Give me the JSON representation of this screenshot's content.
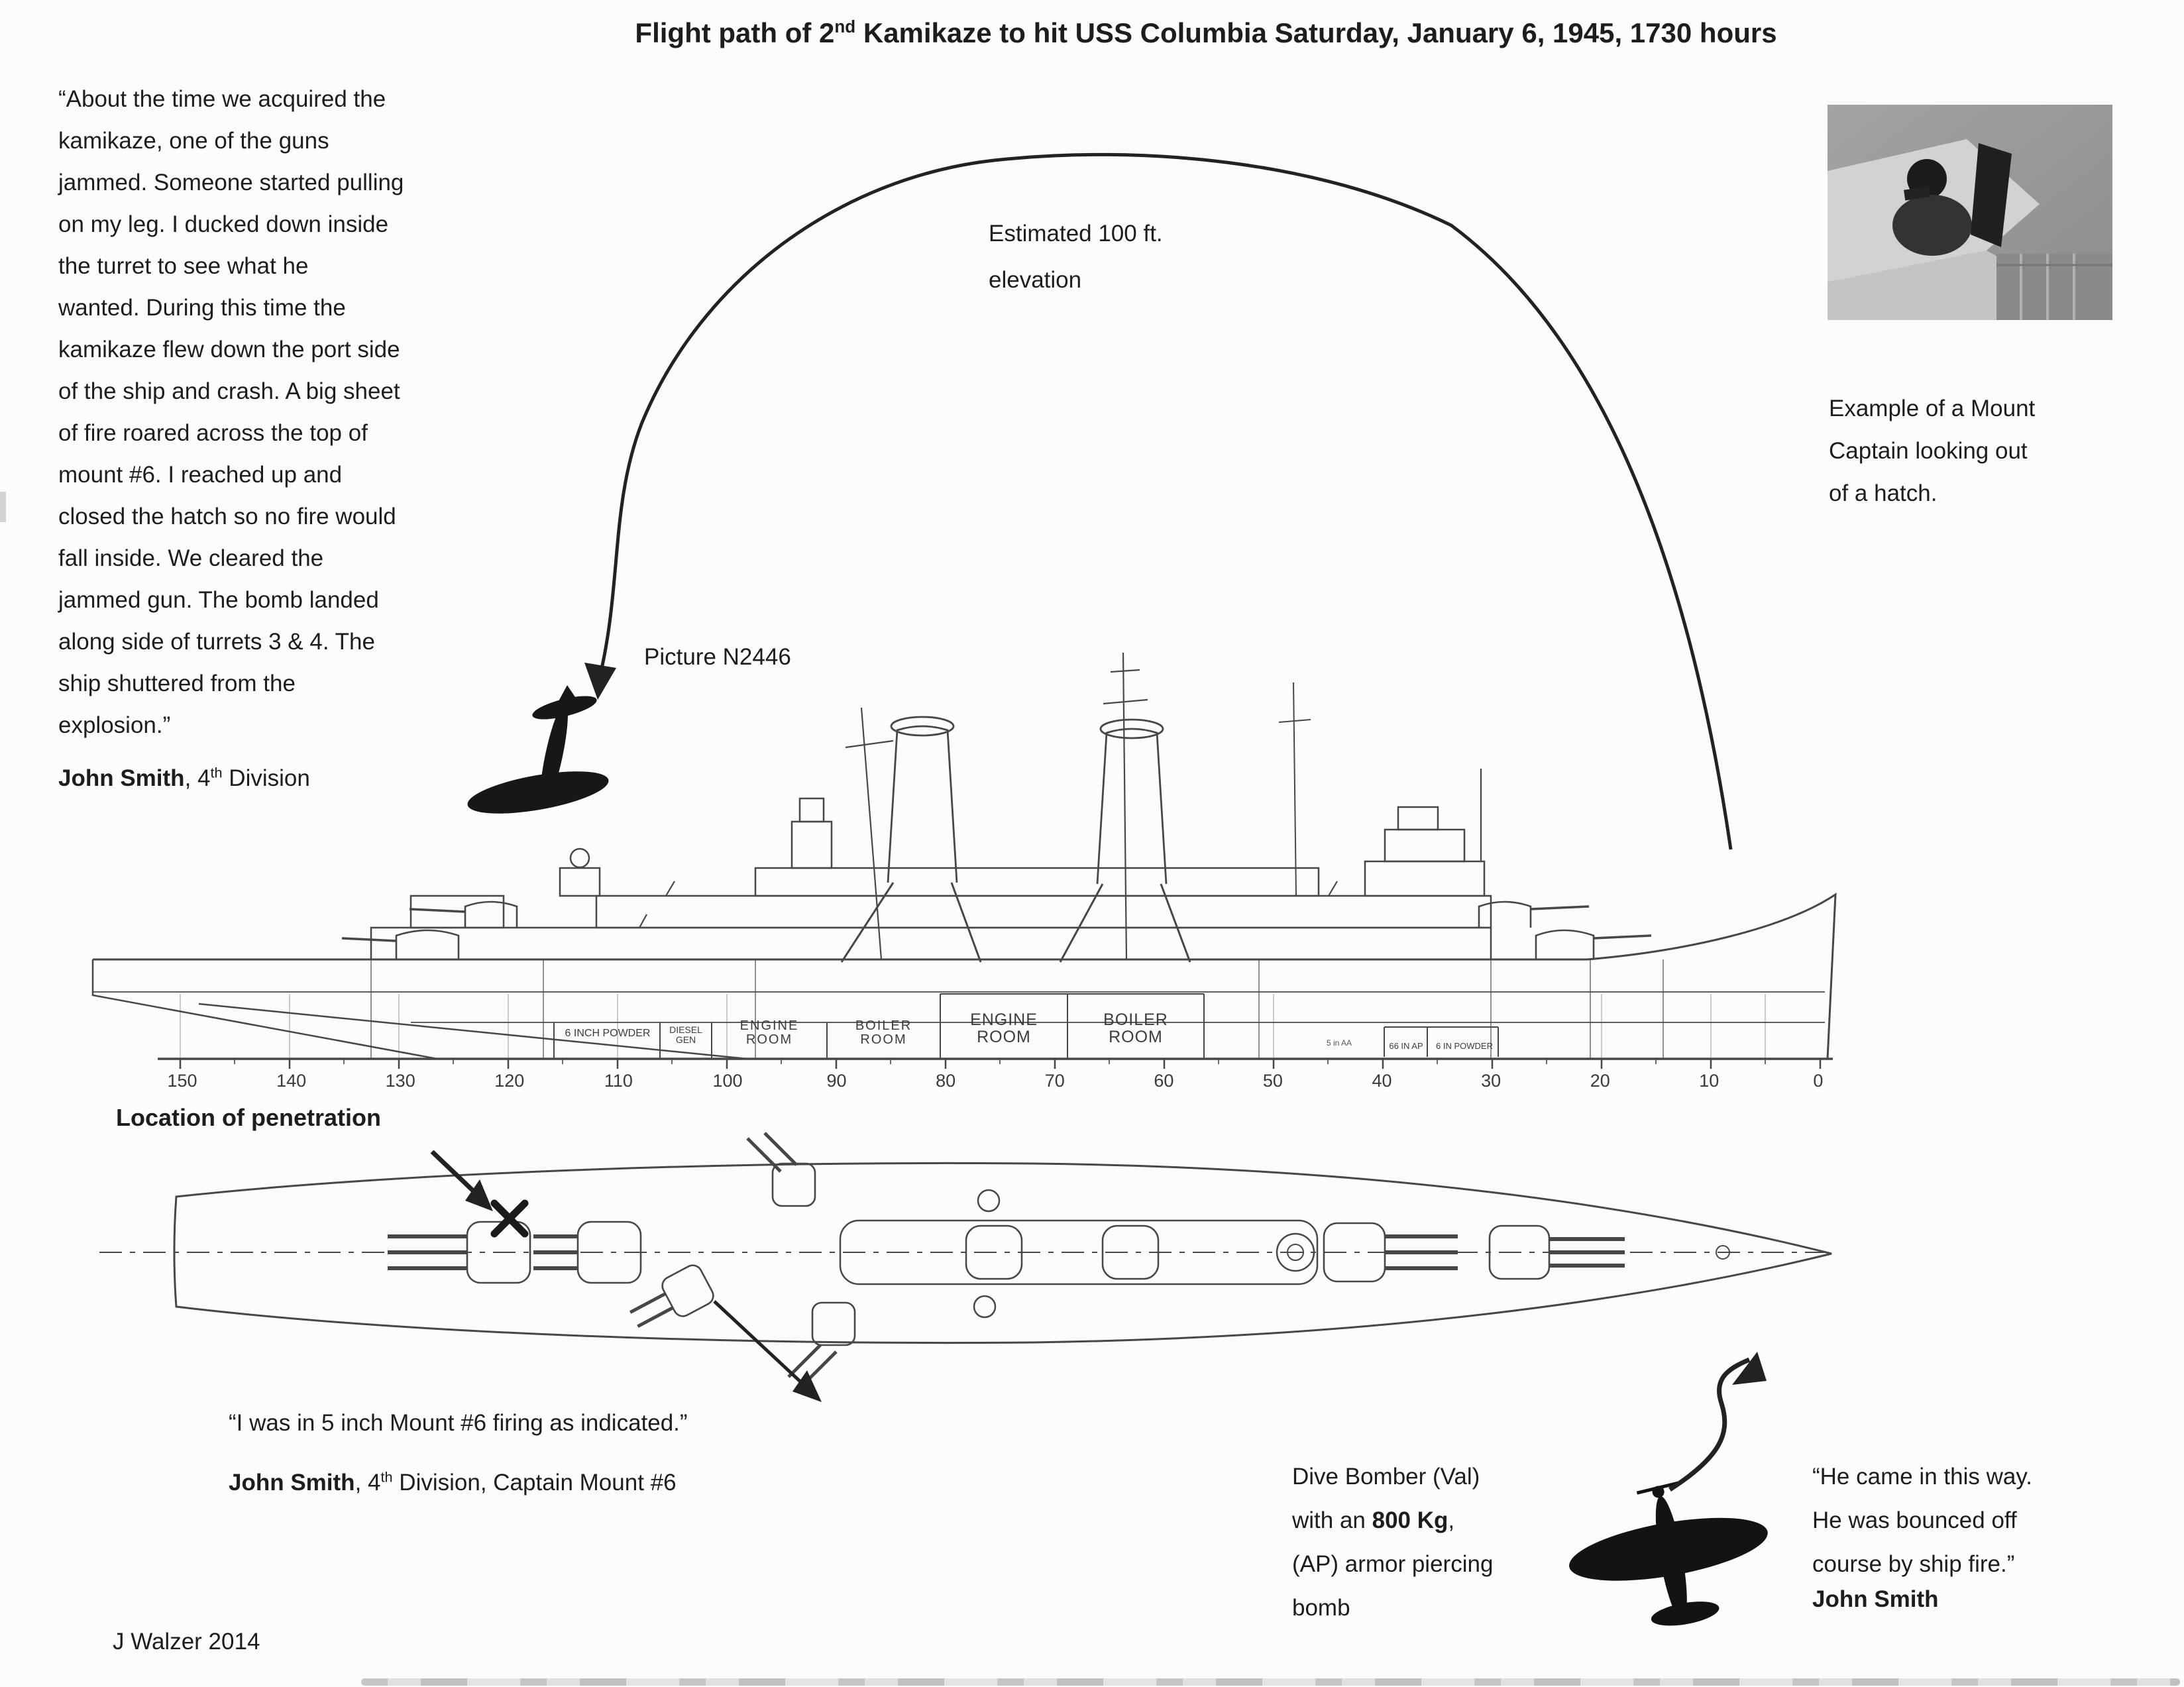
{
  "title": {
    "pre": "Flight path of 2",
    "sup": "nd",
    "post": " Kamikaze to hit USS Columbia Saturday, January 6, 1945, 1730 hours"
  },
  "left_quote": {
    "text": "“About the time we acquired the\nkamikaze, one of the guns\njammed. Someone started pulling\non my leg. I ducked down inside\nthe turret to see what he\nwanted. During this time the\nkamikaze flew down the port side\nof the ship and crash. A big sheet\nof fire roared across the top of\nmount #6. I reached up and\nclosed the hatch so no fire would\nfall inside. We cleared the\njammed gun. The bomb landed\nalong side of turrets 3 & 4. The\nship shuttered from the\nexplosion.”",
    "attribution": {
      "name": "John Smith",
      "pre_ordinal": ", ",
      "ordinal": "4",
      "ordinal_suffix": "th",
      "rest": " Division"
    }
  },
  "photo": {
    "caption": "Example of a Mount\nCaptain looking out\nof a hatch."
  },
  "flight_path": {
    "elevation_label": "Estimated 100 ft.\nelevation",
    "picture_label": "Picture N2446"
  },
  "penetration": {
    "label": "Location of penetration"
  },
  "mount_quote": {
    "line1": "“I was in 5 inch Mount #6 firing as indicated.”",
    "attribution": {
      "name": "John Smith",
      "pre_ordinal": ", ",
      "ordinal": "4",
      "ordinal_suffix": "th",
      "rest": " Division, Captain Mount #6"
    }
  },
  "dive_bomber": {
    "line1": "Dive Bomber (Val)",
    "line2_pre": "with an ",
    "line2_bold": "800 Kg",
    "line2_post": ",",
    "line3": "(AP) armor piercing",
    "line4": "bomb"
  },
  "right_quote": {
    "text": "“He came in this way.\nHe was bounced off\ncourse by ship fire.”",
    "name": "John Smith"
  },
  "credit": "J Walzer 2014",
  "ship_side": {
    "compartments": {
      "powder_aft": "6 INCH POWDER",
      "diesel": "DIESEL\nGEN",
      "engine1": "ENGINE\nROOM",
      "boiler1": "BOILER\nROOM",
      "engine2": "ENGINE\nROOM",
      "boiler2": "BOILER\nROOM",
      "aa": "5 in AA",
      "ap": "66 IN AP",
      "powder_fwd": "6 IN POWDER"
    },
    "frame_labels": [
      "150",
      "140",
      "130",
      "120",
      "110",
      "100",
      "90",
      "80",
      "70",
      "60",
      "50",
      "40",
      "30",
      "20",
      "10",
      "0"
    ]
  }
}
